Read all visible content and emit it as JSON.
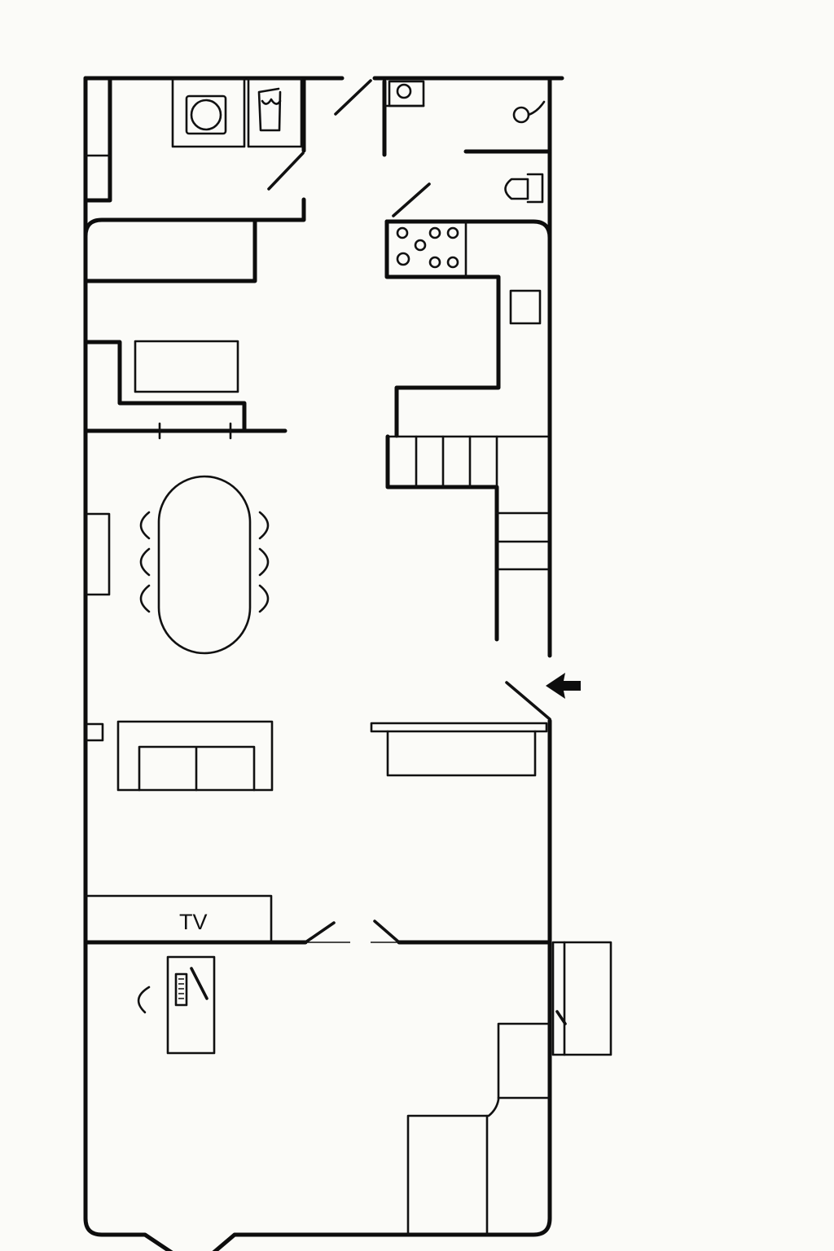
{
  "plan": {
    "labels": {
      "tv": "TV"
    },
    "entrance": {
      "arrow_icon": "entrance-arrow-icon",
      "direction": "left"
    },
    "rooms": [
      "laundry",
      "bathroom",
      "kitchen",
      "dining",
      "living",
      "study"
    ],
    "colors": {
      "line": "#0d0d0d",
      "background": "#fbfbf8"
    }
  }
}
